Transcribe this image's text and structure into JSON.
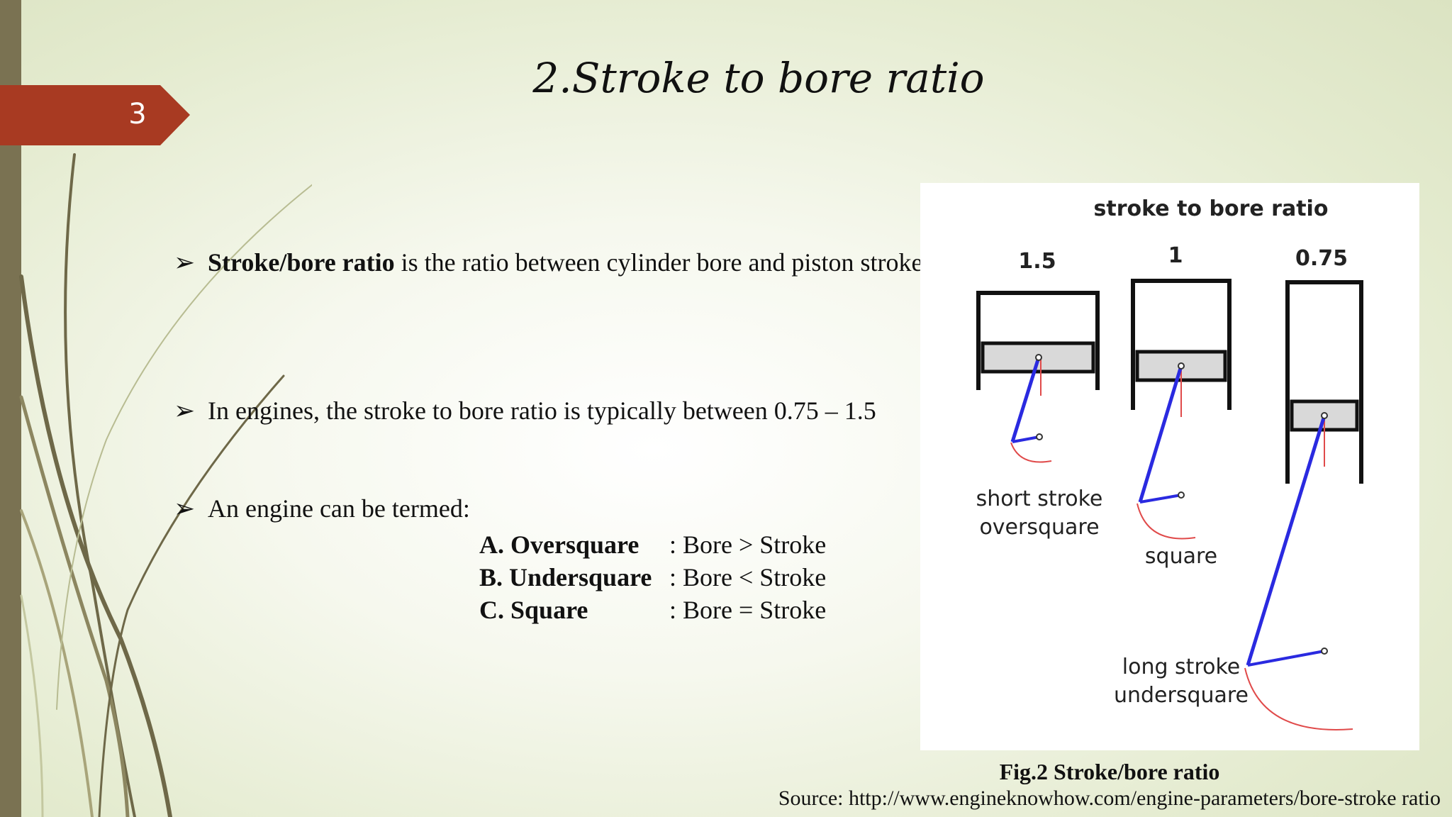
{
  "slide": {
    "number": "3",
    "title": "2.Stroke to bore ratio"
  },
  "bullets": [
    {
      "bold": "Stroke/bore ratio",
      "text": " is  the ratio between cylinder bore and piston stroke."
    },
    {
      "text": "In engines, the stroke to bore ratio is typically between 0.75 – 1.5"
    },
    {
      "text": "An engine can be termed:"
    }
  ],
  "terms": [
    {
      "label": "A. Oversquare",
      "value": ": Bore > Stroke"
    },
    {
      "label": "B. Undersquare",
      "value": ": Bore < Stroke"
    },
    {
      "label": "C. Square",
      "value": ": Bore = Stroke"
    }
  ],
  "figure": {
    "heading": "stroke to bore ratio",
    "ratios": [
      "1.5",
      "1",
      "0.75"
    ],
    "labels": {
      "short_line1": "short stroke",
      "short_line2": "oversquare",
      "square": "square",
      "long_line1": "long stroke",
      "long_line2": "undersquare"
    },
    "caption": "Fig.2 Stroke/bore ratio",
    "source": "Source: http://www.engineknowhow.com/engine-parameters/bore-stroke ratio"
  },
  "colors": {
    "tab": "#a83a22",
    "left_bar": "#7a7252",
    "rod": "#2a2ae0",
    "crank_arc": "#e04a4a"
  }
}
